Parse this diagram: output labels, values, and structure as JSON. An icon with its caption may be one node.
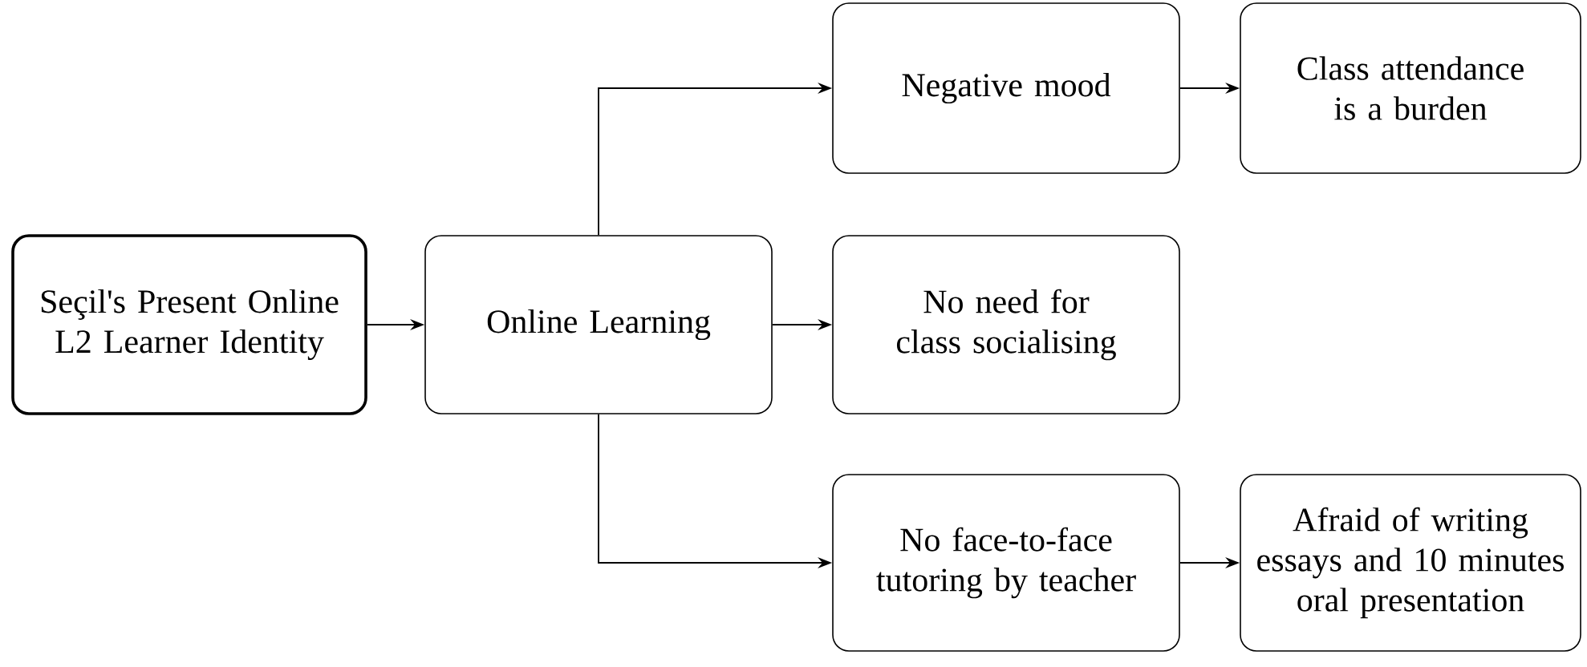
{
  "diagram": {
    "nodes": [
      {
        "text": [
          "Seçil's Present Online L2 Learner Identity"
        ]
      },
      {
        "text": [
          "Online Learning"
        ]
      },
      {
        "text": [
          "Negative mood"
        ]
      },
      {
        "text": [
          "Class attendance is a burden"
        ]
      },
      {
        "text": [
          "No need for class socialising"
        ]
      },
      {
        "text": [
          "No face-to-face tutoring by teacher"
        ]
      },
      {
        "text": [
          "Afraid of writing essays and 10 minutes oral presentation"
        ]
      }
    ],
    "edges": [
      {
        "from": 0,
        "to": 1,
        "arrow": "to"
      },
      {
        "from": 1,
        "to": 2,
        "arrow": "to"
      },
      {
        "from": 2,
        "to": 3,
        "arrow": "to"
      },
      {
        "from": 1,
        "to": 4,
        "arrow": "to"
      },
      {
        "from": 1,
        "to": 5,
        "arrow": "to"
      },
      {
        "from": 5,
        "to": 6,
        "arrow": "to"
      }
    ]
  }
}
